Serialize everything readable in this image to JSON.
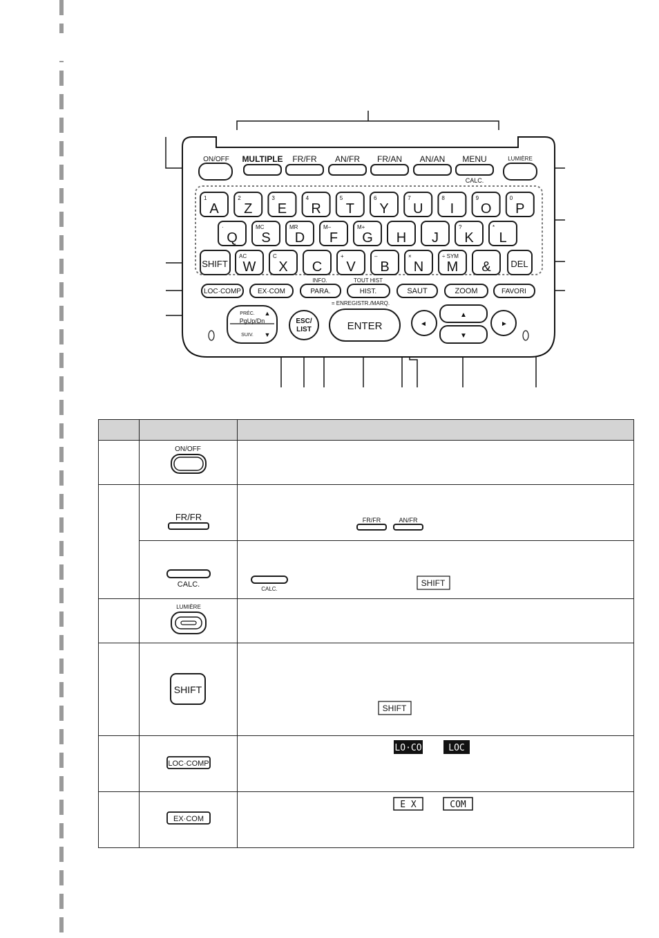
{
  "device": {
    "top_keys": {
      "on_off": "ON/OFF",
      "multiple": "MULTIPLE",
      "fr_fr": "FR/FR",
      "an_fr": "AN/FR",
      "fr_an": "FR/AN",
      "an_an": "AN/AN",
      "menu": "MENU",
      "calc": "CALC.",
      "lumiere": "LUMIÈRE"
    },
    "row1": [
      {
        "main": "A",
        "sub": "1"
      },
      {
        "main": "Z",
        "sub": "2"
      },
      {
        "main": "E",
        "sub": "3"
      },
      {
        "main": "R",
        "sub": "4"
      },
      {
        "main": "T",
        "sub": "5"
      },
      {
        "main": "Y",
        "sub": "6"
      },
      {
        "main": "U",
        "sub": "7"
      },
      {
        "main": "I",
        "sub": "8"
      },
      {
        "main": "O",
        "sub": "9"
      },
      {
        "main": "P",
        "sub": "0"
      }
    ],
    "row2": [
      {
        "main": "Q",
        "sub": "·"
      },
      {
        "main": "S",
        "sub": "MC"
      },
      {
        "main": "D",
        "sub": "MR"
      },
      {
        "main": "F",
        "sub": "M–"
      },
      {
        "main": "G",
        "sub": "M+"
      },
      {
        "main": "H",
        "sub": ""
      },
      {
        "main": "J",
        "sub": ""
      },
      {
        "main": "K",
        "sub": "?"
      },
      {
        "main": "L",
        "sub": "*"
      }
    ],
    "row3": [
      {
        "main": "W",
        "sub": "AC"
      },
      {
        "main": "X",
        "sub": "C"
      },
      {
        "main": "C",
        "sub": ""
      },
      {
        "main": "V",
        "sub": "+"
      },
      {
        "main": "B",
        "sub": "–"
      },
      {
        "main": "N",
        "sub": "×"
      },
      {
        "main": "M",
        "sub": "÷ SYM"
      },
      {
        "main": "&",
        "sub": ""
      }
    ],
    "shift": "SHIFT",
    "del": "DEL",
    "loc_comp": "LOC·COMP",
    "ex_com": "EX·COM",
    "para": "PARA.",
    "info": "INFO.",
    "hist": "HIST.",
    "tout_hist": "TOUT HIST",
    "saut": "SAUT",
    "zoom": "ZOOM",
    "favori": "FAVORI",
    "prec": "PRÉC.",
    "pgupdn": "PgUp/Dn",
    "suiv": "SUIV.",
    "esc_list_1": "ESC/",
    "esc_list_2": "LIST",
    "enter": "ENTER",
    "enregistr": "= ENREGISTR./MARQ."
  },
  "table": {
    "rows": [
      {
        "key_label": "ON/OFF"
      },
      {
        "key_label": "FR/FR",
        "inline_keys": [
          "FR/FR",
          "AN/FR"
        ]
      },
      {
        "key_label": "CALC.",
        "inline_label": "CALC.",
        "inline_shift": "SHIFT"
      },
      {
        "key_label": "LUMIÈRE"
      },
      {
        "key_label": "SHIFT",
        "inline_shift": "SHIFT"
      },
      {
        "key_label": "LOC·COMP",
        "display_a": "LO·CO",
        "display_b": "LOC"
      },
      {
        "key_label": "EX·COM",
        "display_a": "E X",
        "display_b": "COM"
      }
    ]
  }
}
